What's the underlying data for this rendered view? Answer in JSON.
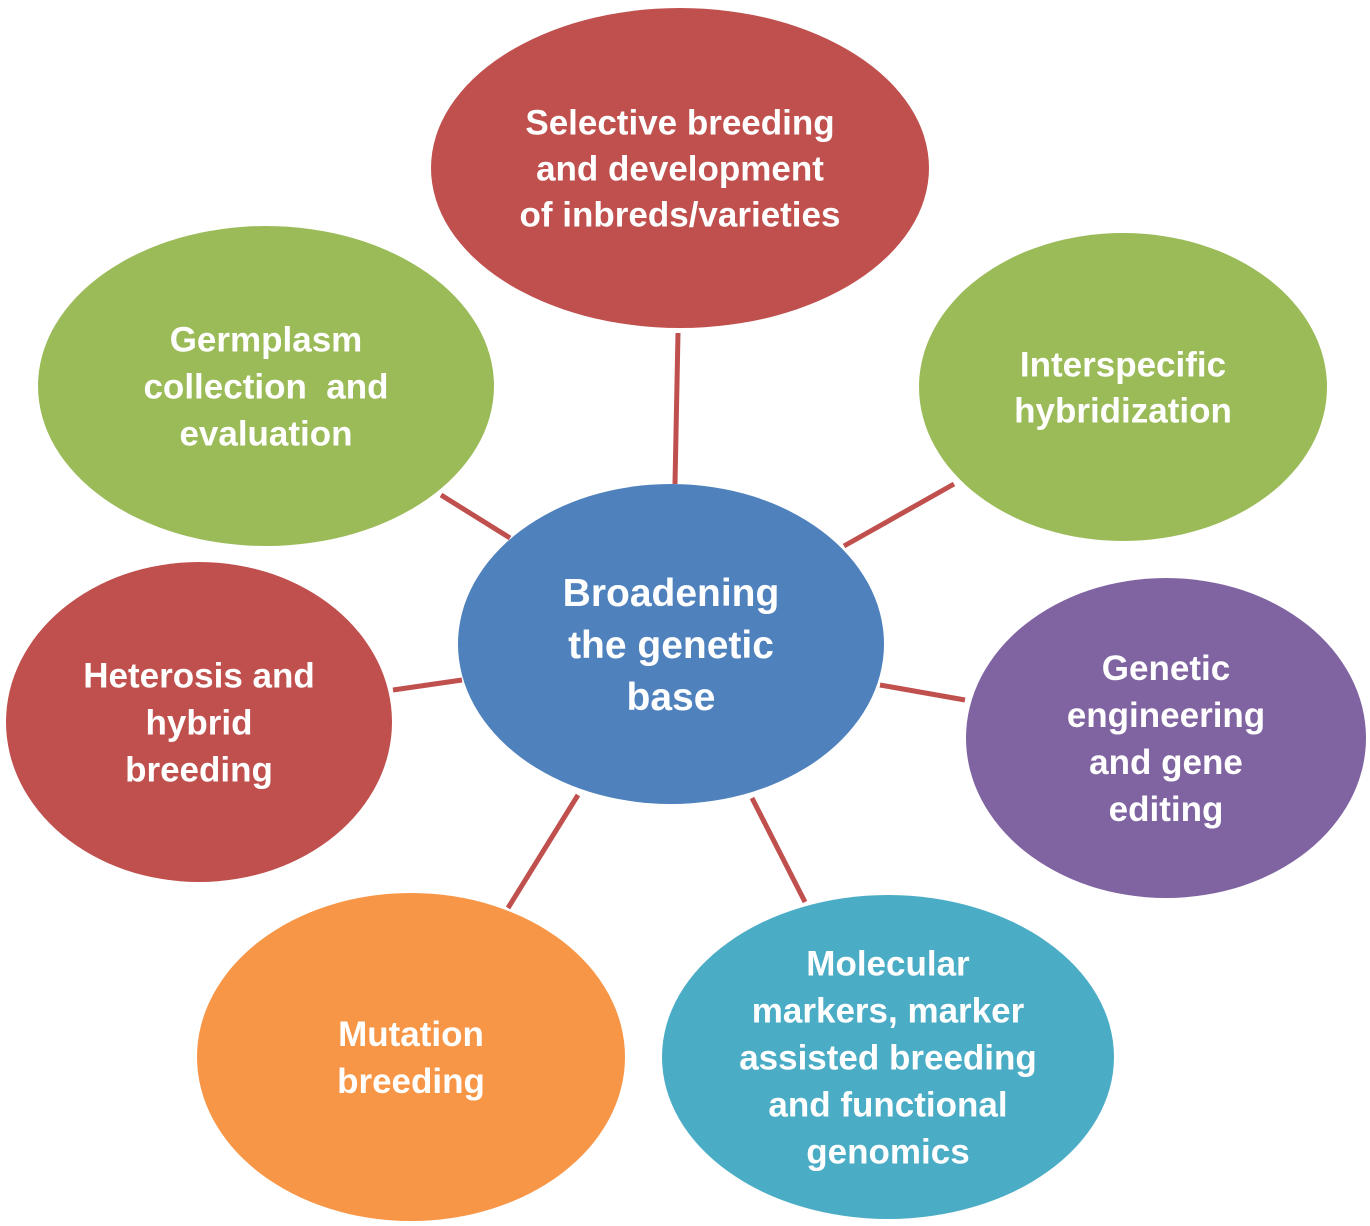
{
  "connector_color": "#C0504D",
  "center": {
    "id": "center",
    "lines": [
      "Broadening",
      "the genetic",
      "base"
    ],
    "color": "#4F81BD"
  },
  "nodes": [
    {
      "id": "selective-breeding",
      "lines": [
        "Selective breeding",
        "and development",
        "of inbreds/varieties"
      ],
      "color": "#C0504D"
    },
    {
      "id": "interspecific-hybridization",
      "lines": [
        "Interspecific",
        "hybridization"
      ],
      "color": "#9BBB59"
    },
    {
      "id": "genetic-engineering",
      "lines": [
        "Genetic",
        "engineering",
        "and gene",
        "editing"
      ],
      "color": "#8064A2"
    },
    {
      "id": "molecular-markers",
      "lines": [
        "Molecular",
        "markers, marker",
        "assisted breeding",
        "and functional",
        "genomics"
      ],
      "color": "#4BACC6"
    },
    {
      "id": "mutation-breeding",
      "lines": [
        "Mutation",
        "breeding"
      ],
      "color": "#F79646"
    },
    {
      "id": "heterosis-hybrid-breeding",
      "lines": [
        "Heterosis and",
        "hybrid",
        "breeding"
      ],
      "color": "#C0504D"
    },
    {
      "id": "germplasm-collection",
      "lines": [
        "Germplasm",
        "collection  and",
        "evaluation"
      ],
      "color": "#9BBB59"
    }
  ]
}
